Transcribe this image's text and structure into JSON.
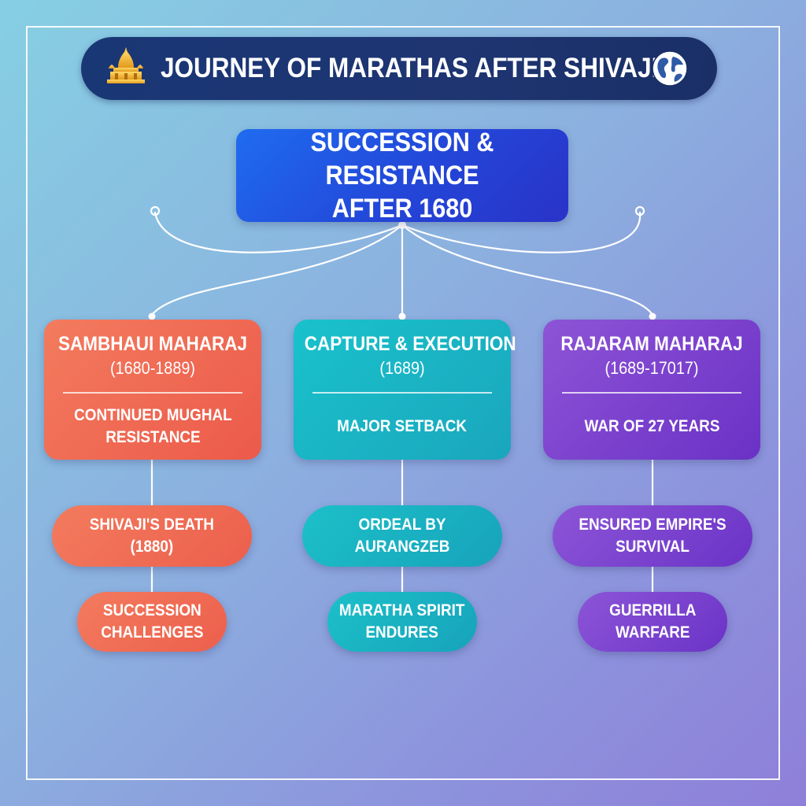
{
  "header": {
    "title": "JOURNEY OF MARATHAS AFTER SHIVAJI"
  },
  "central": {
    "text": "SUCCESSION & RESISTANCE\nAFTER 1680"
  },
  "columns": [
    {
      "title": "SAMBHAUI MAHARAJ",
      "dates": "(1680-1889)",
      "description": "CONTINUED MUGHAL\nRESISTANCE",
      "level2": "SHIVAJI'S DEATH\n(1880)",
      "level3": "SUCCESSION\nCHALLENGES"
    },
    {
      "title": "CAPTURE & EXECUTION",
      "dates": "(1689)",
      "description": "MAJOR SETBACK",
      "level2": "ORDEAL BY AURANGZEB",
      "level3": "MARATHA SPIRIT\nENDURES"
    },
    {
      "title": "RAJARAM MAHARAJ",
      "dates": "(1689-17017)",
      "description": "WAR OF 27 YEARS",
      "level2": "ENSURED EMPIRE'S\nSURVIVAL",
      "level3": "GUERRILLA\nWARFARE"
    }
  ],
  "icons": {
    "left": "temple-icon",
    "right": "globe-icon"
  },
  "colors": {
    "banner": "#1d3470",
    "central": "#2346d8",
    "red": "#ee6550",
    "teal": "#1aafc4",
    "purple": "#7a40cc"
  }
}
